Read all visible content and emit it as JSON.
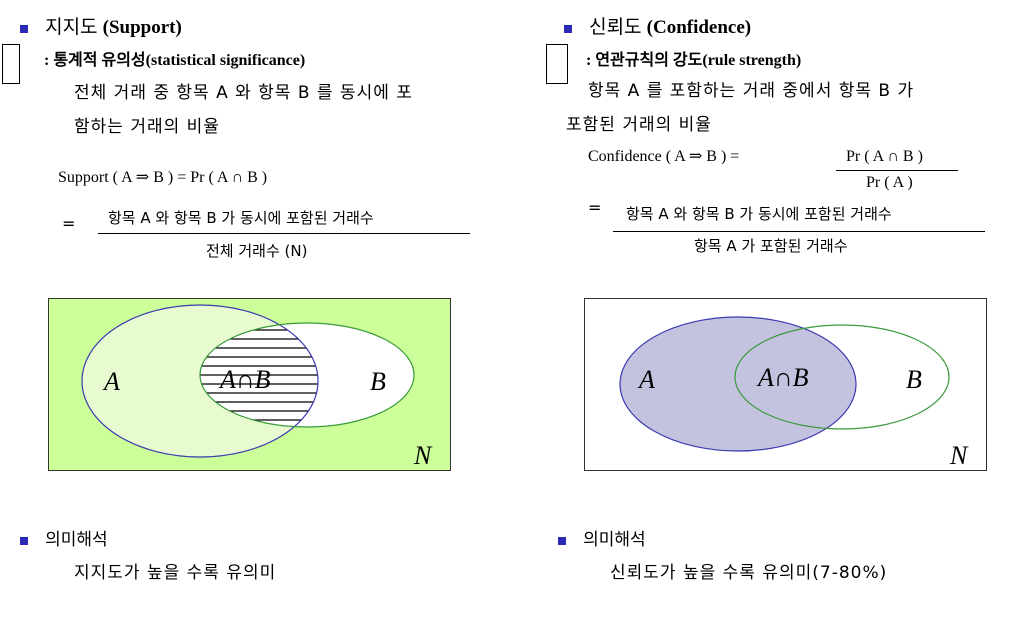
{
  "left": {
    "heading_ko": "지지도",
    "heading_en": "(Support)",
    "subheading": ": 통계적 유의성(statistical significance)",
    "desc_line1": "전체 거래 중 항목 A 와 항목 B 를 동시에 포",
    "desc_line2": "함하는 거래의 비율",
    "formula": "Support ( A ⇒ B ) = Pr ( A ∩ B )",
    "eq": "=",
    "numerator": "항목 A 와 항목 B 가 동시에 포함된 거래수",
    "denominator": "전체 거래수 (N)",
    "venn": {
      "label_a": "A",
      "label_b": "B",
      "label_ab": "A∩B",
      "label_n": "N"
    },
    "meaning_title": "의미해석",
    "meaning_text": "지지도가 높을 수록 유의미"
  },
  "right": {
    "heading_ko": "신뢰도",
    "heading_en": "(Confidence)",
    "subheading": ": 연관규칙의 강도(rule strength)",
    "desc_line1": "항목 A 를 포함하는 거래 중에서 항목 B 가",
    "desc_line2": "포함된 거래의 비율",
    "formula": "Confidence ( A ⇒ B ) =",
    "formula_num": "Pr ( A ∩ B )",
    "formula_den": "Pr ( A )",
    "eq": "=",
    "numerator": "항목 A 와 항목 B 가 동시에 포함된 거래수",
    "denominator": "항목 A 가 포함된 거래수",
    "venn": {
      "label_a": "A",
      "label_b": "B",
      "label_ab": "A∩B",
      "label_n": "N"
    },
    "meaning_title": "의미해석",
    "meaning_text": "신뢰도가 높을 수록 유의미(7-80%)"
  },
  "colors": {
    "bullet": "#2b2bb8",
    "support_bg": "#ccff99",
    "support_circle_a": "#e8fbd0",
    "confidence_circle_a": "#c3c3e0",
    "circle_a_stroke": "#3a3ab0",
    "circle_b_stroke": "#3a9a3a"
  }
}
